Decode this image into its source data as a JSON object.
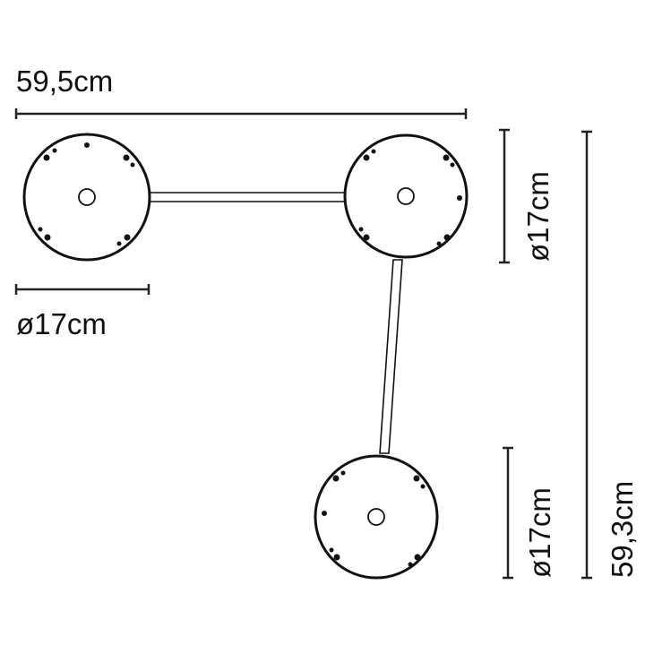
{
  "dimensions": {
    "total_width": "59,5cm",
    "total_height": "59,3cm",
    "disc_diameter_left": "ø17cm",
    "disc_diameter_right_top": "ø17cm",
    "disc_diameter_right_bottom": "ø17cm"
  }
}
